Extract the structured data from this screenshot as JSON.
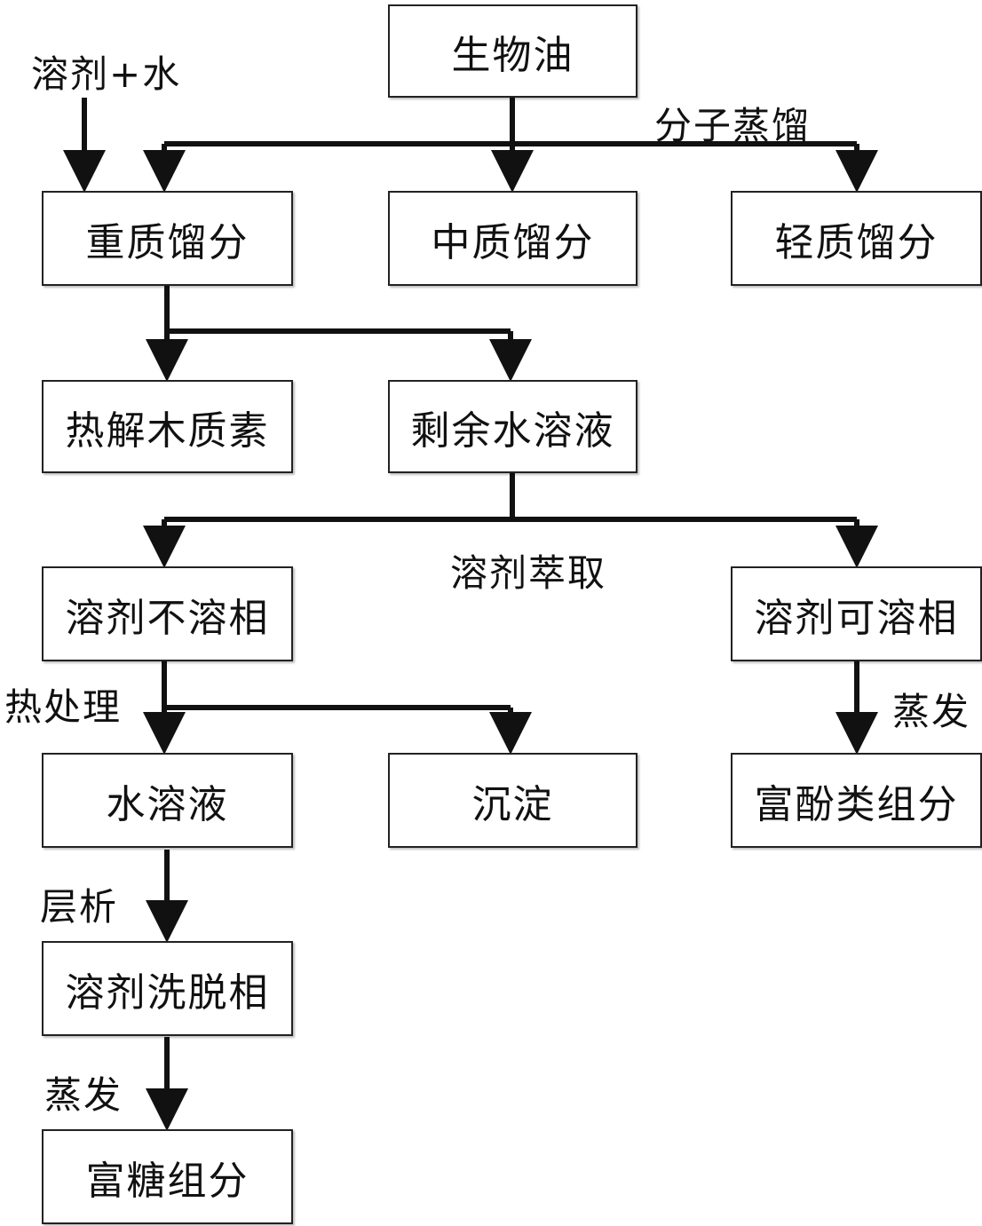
{
  "nodes": {
    "bio_oil": "生物油",
    "heavy": "重质馏分",
    "middle": "中质馏分",
    "light": "轻质馏分",
    "pyrolytic_lignin": "热解木质素",
    "residual_aq": "剩余水溶液",
    "insoluble": "溶剂不溶相",
    "soluble": "溶剂可溶相",
    "aqueous": "水溶液",
    "precipitate": "沉淀",
    "phenol_rich": "富酚类组分",
    "eluent": "溶剂洗脱相",
    "sugar_rich": "富糖组分"
  },
  "labels": {
    "solvent_water": "溶剂+水",
    "molecular_distillation": "分子蒸馏",
    "solvent_extraction": "溶剂萃取",
    "heat_treatment": "热处理",
    "evaporation_right": "蒸发",
    "chromatography": "层析",
    "evaporation_left": "蒸发"
  }
}
